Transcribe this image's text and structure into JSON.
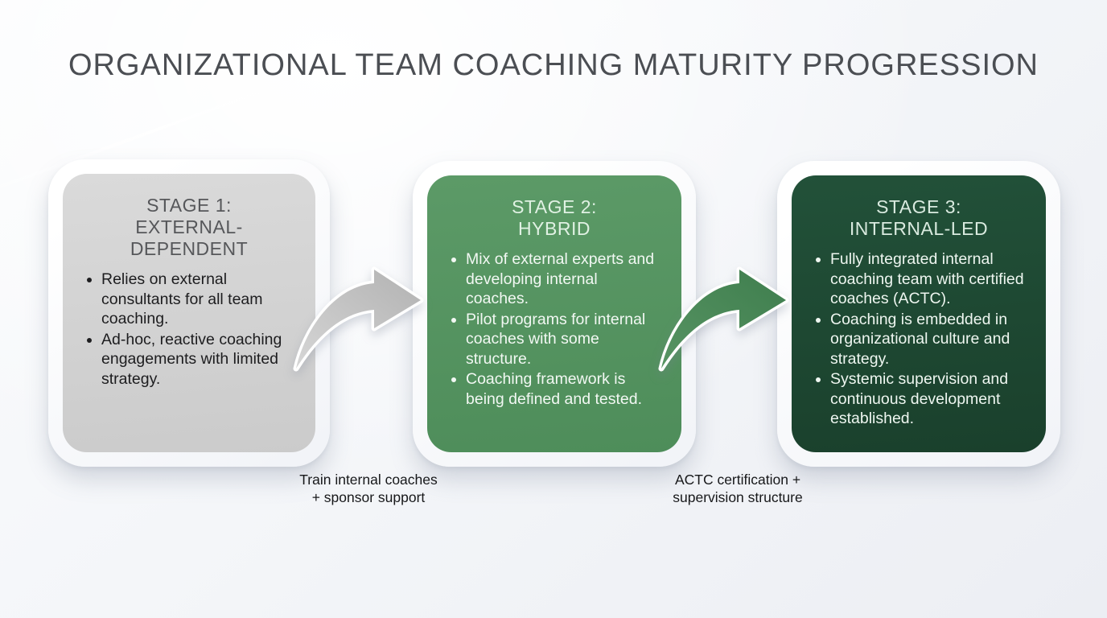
{
  "title": "ORGANIZATIONAL TEAM COACHING MATURITY PROGRESSION",
  "stages": [
    {
      "heading_line1": "STAGE 1:",
      "heading_line2": "EXTERNAL-DEPENDENT",
      "bullets": [
        "Relies on external consultants for all team coaching.",
        "Ad-hoc, reactive coaching engagements with limited strategy."
      ],
      "card_color": "#d4d4d4",
      "heading_color": "#56575a",
      "text_color": "#1d1d1f"
    },
    {
      "heading_line1": "STAGE 2:",
      "heading_line2": "HYBRID",
      "bullets": [
        "Mix of external experts and developing internal coaches.",
        "Pilot programs for internal coaches with some structure.",
        "Coaching framework is being defined and tested."
      ],
      "card_color": "#559361",
      "heading_color": "#e0f1e3",
      "text_color": "#f2f8f3"
    },
    {
      "heading_line1": "STAGE 3:",
      "heading_line2": "INTERNAL-LED",
      "bullets": [
        "Fully integrated internal coaching team with certified coaches (ACTC).",
        "Coaching is embedded in organizational culture and strategy.",
        "Systemic supervision and continuous development established."
      ],
      "card_color": "#1d4a35",
      "heading_color": "#d9eadf",
      "text_color": "#eef6f0"
    }
  ],
  "transitions": [
    {
      "label_line1": "Train internal coaches",
      "label_line2": "+ sponsor support",
      "arrow_color": "#b9b9b9"
    },
    {
      "label_line1": "ACTC certification +",
      "label_line2": "supervision structure",
      "arrow_color": "#4a8a57"
    }
  ]
}
